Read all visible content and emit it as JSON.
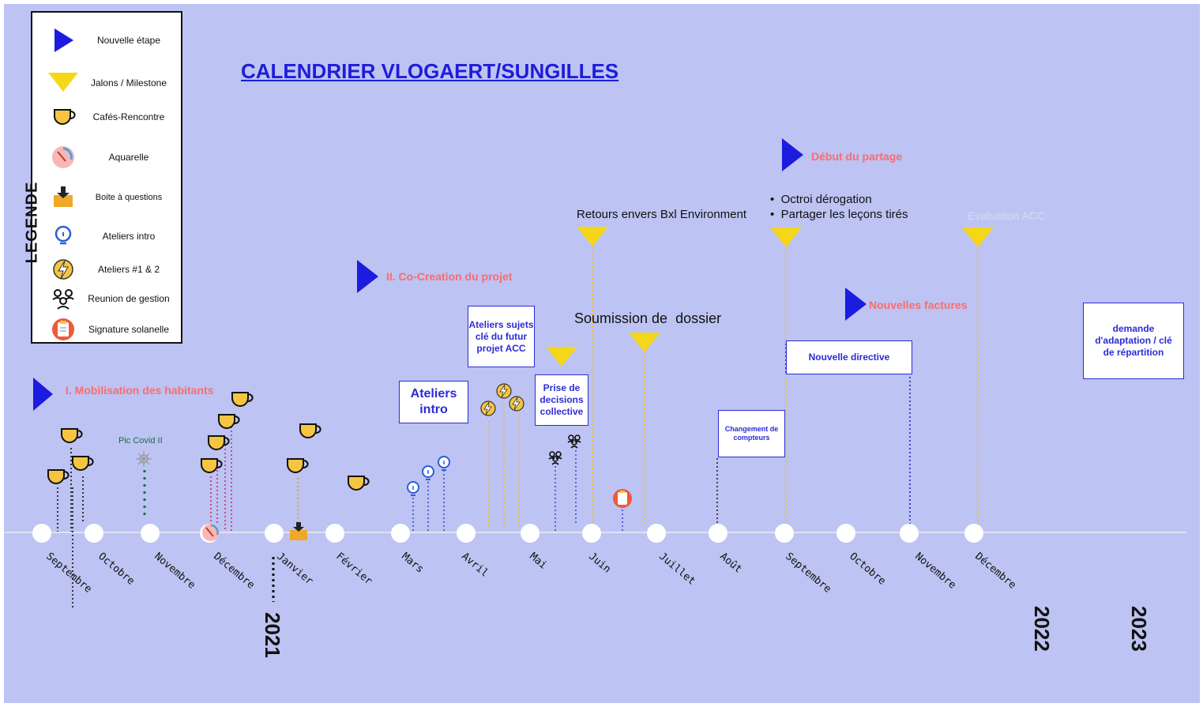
{
  "title": "CALENDRIER VLOGAERT/SUNGILLES",
  "legend_heading": "LEGENDE",
  "legend": [
    {
      "label": "Nouvelle étape",
      "icon": "blue-triangle-icon"
    },
    {
      "label": "Jalons / Milestone",
      "icon": "yellow-triangle-icon"
    },
    {
      "label": "Cafés-Rencontre",
      "icon": "coffee-cup-icon"
    },
    {
      "label": "Aquarelle",
      "icon": "watercolor-palette-icon"
    },
    {
      "label": "Boite à questions",
      "icon": "question-box-icon"
    },
    {
      "label": "Ateliers intro",
      "icon": "lightbulb-icon"
    },
    {
      "label": "Ateliers #1 & 2",
      "icon": "lightning-icon"
    },
    {
      "label": "Reunion de gestion",
      "icon": "group-meeting-icon"
    },
    {
      "label": "Signature solanelle",
      "icon": "clipboard-icon"
    }
  ],
  "phases": {
    "mobilisation": "I. Mobilisation des habitants",
    "cocreation": "II. Co-Creation du projet",
    "partage": "Début du partage",
    "factures": "Nouvelles factures"
  },
  "labels": {
    "pic_covid": "Pic Covid II",
    "retours": "Retours envers Bxl Environment",
    "soumission": "Soumission de  dossier",
    "octroi": "Octroi dérogation",
    "lecons": "Partager les leçons tirés",
    "evaluation": "Evaluation ACC"
  },
  "boxes": {
    "ateliers_intro": "Ateliers intro",
    "ateliers_sujets": "Ateliers sujets clé du futur projet ACC",
    "prise_decisions": "Prise de decisions collective",
    "changement_compteurs": "Changement de compteurs",
    "nouvelle_directive": "Nouvelle directive",
    "demande_adaptation": "demande d'adaptation / clé de répartition"
  },
  "months": [
    "Septembre",
    "Octobre",
    "Novembre",
    "Décembre",
    "Janvier",
    "Février",
    "Mars",
    "Avril",
    "Mai",
    "Juin",
    "Juillet",
    "Août",
    "Septembre",
    "Octobre",
    "Novembre",
    "Décembre"
  ],
  "years": [
    "2021",
    "2022",
    "2023"
  ],
  "colors": {
    "background": "#bdc3f2",
    "step_blue": "#1c1ce0",
    "milestone_yellow": "#f5d71a",
    "phase_red": "#ff6b6b",
    "box_blue": "#2b2bd6"
  }
}
